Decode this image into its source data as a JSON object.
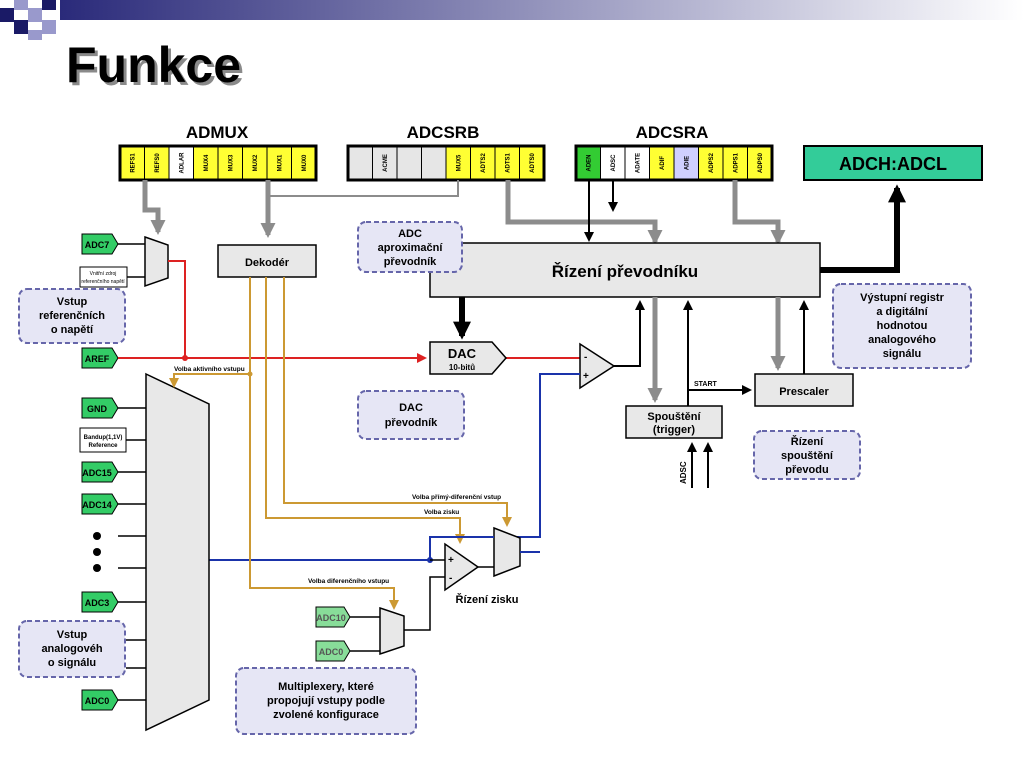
{
  "title": "Funkce",
  "registers": {
    "admux": {
      "name": "ADMUX",
      "bits": [
        {
          "label": "REFS1",
          "fill": "#ffff33"
        },
        {
          "label": "REFS0",
          "fill": "#ffff33"
        },
        {
          "label": "ADLAR",
          "fill": "#ffffff"
        },
        {
          "label": "MUX4",
          "fill": "#ffff33"
        },
        {
          "label": "MUX3",
          "fill": "#ffff33"
        },
        {
          "label": "MUX2",
          "fill": "#ffff33"
        },
        {
          "label": "MUX1",
          "fill": "#ffff33"
        },
        {
          "label": "MUX0",
          "fill": "#ffff33"
        }
      ]
    },
    "adcsrb": {
      "name": "ADCSRB",
      "bits": [
        {
          "label": "",
          "fill": "#e6e6e6"
        },
        {
          "label": "ACME",
          "fill": "#e6e6e6"
        },
        {
          "label": "",
          "fill": "#e6e6e6"
        },
        {
          "label": "",
          "fill": "#e6e6e6"
        },
        {
          "label": "MUX5",
          "fill": "#ffff33"
        },
        {
          "label": "ADTS2",
          "fill": "#ffff33"
        },
        {
          "label": "ADTS1",
          "fill": "#ffff33"
        },
        {
          "label": "ADTS0",
          "fill": "#ffff33"
        }
      ]
    },
    "adcsra": {
      "name": "ADCSRA",
      "bits": [
        {
          "label": "ADEN",
          "fill": "#33cc33"
        },
        {
          "label": "ADSC",
          "fill": "#ffffff"
        },
        {
          "label": "ADATE",
          "fill": "#ffffff"
        },
        {
          "label": "ADIF",
          "fill": "#ffff33"
        },
        {
          "label": "ADIE",
          "fill": "#d0d0ff"
        },
        {
          "label": "ADPS2",
          "fill": "#ffff33"
        },
        {
          "label": "ADPS1",
          "fill": "#ffff33"
        },
        {
          "label": "ADPS0",
          "fill": "#ffff33"
        }
      ]
    }
  },
  "adch": "ADCH:ADCL",
  "blocks": {
    "dekoder": "Dekodér",
    "rizeni": "Řízení převodníku",
    "dac_line1": "DAC",
    "dac_line2": "10-bitů",
    "spousteni_line1": "Spouštění",
    "spousteni_line2": "(trigger)",
    "prescaler": "Prescaler",
    "rizeni_zisku": "Řízení zisku"
  },
  "inputs": {
    "adc7": "ADC7",
    "internal_ref_line1": "Vnitřní zdroj",
    "internal_ref_line2": "referenčního napětí",
    "aref": "AREF",
    "gnd": "GND",
    "bandgap_line1": "Bandup(1,1V)",
    "bandgap_line2": "Reference",
    "adc15": "ADC15",
    "adc14": "ADC14",
    "adc3": "ADC3",
    "adc0": "ADC0",
    "diff_adc10": "ADC10",
    "diff_adc0": "ADC0"
  },
  "signals": {
    "volba_aktivniho": "Volba aktivního vstupu",
    "volba_primy": "Volba přímý-diferenční vstup",
    "volba_zisku": "Volba zisku",
    "volba_diferencniho": "Volba diferenčního vstupu",
    "start": "START",
    "adsc": "ADSC",
    "minus": "-",
    "plus": "+"
  },
  "callouts": {
    "vstup_ref": [
      "Vstup",
      "referenčních",
      "o napětí"
    ],
    "adc_approx": [
      "ADC",
      "aproximační",
      "převodník"
    ],
    "dac_prevodnik": [
      "DAC",
      "převodník"
    ],
    "vystupni": [
      "Výstupní registr",
      "a digitální",
      "hodnotou",
      "analogového",
      "signálu"
    ],
    "rizeni_spousteni": [
      "Řízení",
      "spouštění",
      "převodu"
    ],
    "vstup_analog": [
      "Vstup",
      "analogovéh",
      "o signálu"
    ],
    "multiplexery": [
      "Multiplexery, které",
      "propojují vstupy podle",
      "zvolené konfigurace"
    ]
  },
  "colors": {
    "yellow_bit": "#ffff33",
    "input_green": "#33cc66",
    "adch_green": "#33cc99",
    "callout_fill": "#e6e6f5",
    "callout_border": "#6666aa",
    "red_wire": "#dd2222",
    "blue_wire": "#1a33aa",
    "gold_wire": "#cc9933",
    "gray_bus": "#8c8c8c",
    "block_fill": "#e8e8e8"
  }
}
